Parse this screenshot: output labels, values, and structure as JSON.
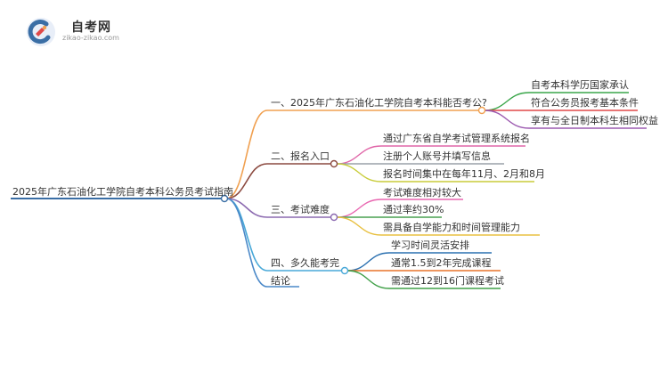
{
  "brand": {
    "name": "自考网",
    "url": "zikao-zikao.com",
    "logo_icon": "zikao-logo-icon"
  },
  "root": {
    "label": "2025年广东石油化工学院自考本科公务员考试指南",
    "color": "#3a6ea5"
  },
  "branches": [
    {
      "label": "一、2025年广东石油化工学院自考本科能否考公?",
      "color": "#f0a050",
      "children": [
        {
          "label": "自考本科学历国家承认",
          "color": "#3aa64a"
        },
        {
          "label": "符合公务员报考基本条件",
          "color": "#e04848"
        },
        {
          "label": "享有与全日制本科生相同权益",
          "color": "#9c5ab0"
        }
      ]
    },
    {
      "label": "二、报名入口",
      "color": "#8c4a40",
      "children": [
        {
          "label": "通过广东省自学考试管理系统报名",
          "color": "#e066a8"
        },
        {
          "label": "注册个人账号并填写信息",
          "color": "#9aa0a8"
        },
        {
          "label": "报名时间集中在每年11月、2月和8月",
          "color": "#c8cc3a"
        }
      ]
    },
    {
      "label": "三、考试难度",
      "color": "#8c6ab0",
      "children": [
        {
          "label": "考试难度相对较大",
          "color": "#e866b0"
        },
        {
          "label": "通过率约30%",
          "color": "#48a050"
        },
        {
          "label": "需具备自学能力和时间管理能力",
          "color": "#e8c040"
        }
      ]
    },
    {
      "label": "四、多久能考完",
      "color": "#48a8d8",
      "children": [
        {
          "label": "学习时间灵活安排",
          "color": "#2a70b0"
        },
        {
          "label": "通常1.5到2年完成课程",
          "color": "#e8742a"
        },
        {
          "label": "需通过12到16门课程考试",
          "color": "#40a048"
        }
      ]
    },
    {
      "label": "结论",
      "color": "#4a88c8",
      "children": []
    }
  ]
}
